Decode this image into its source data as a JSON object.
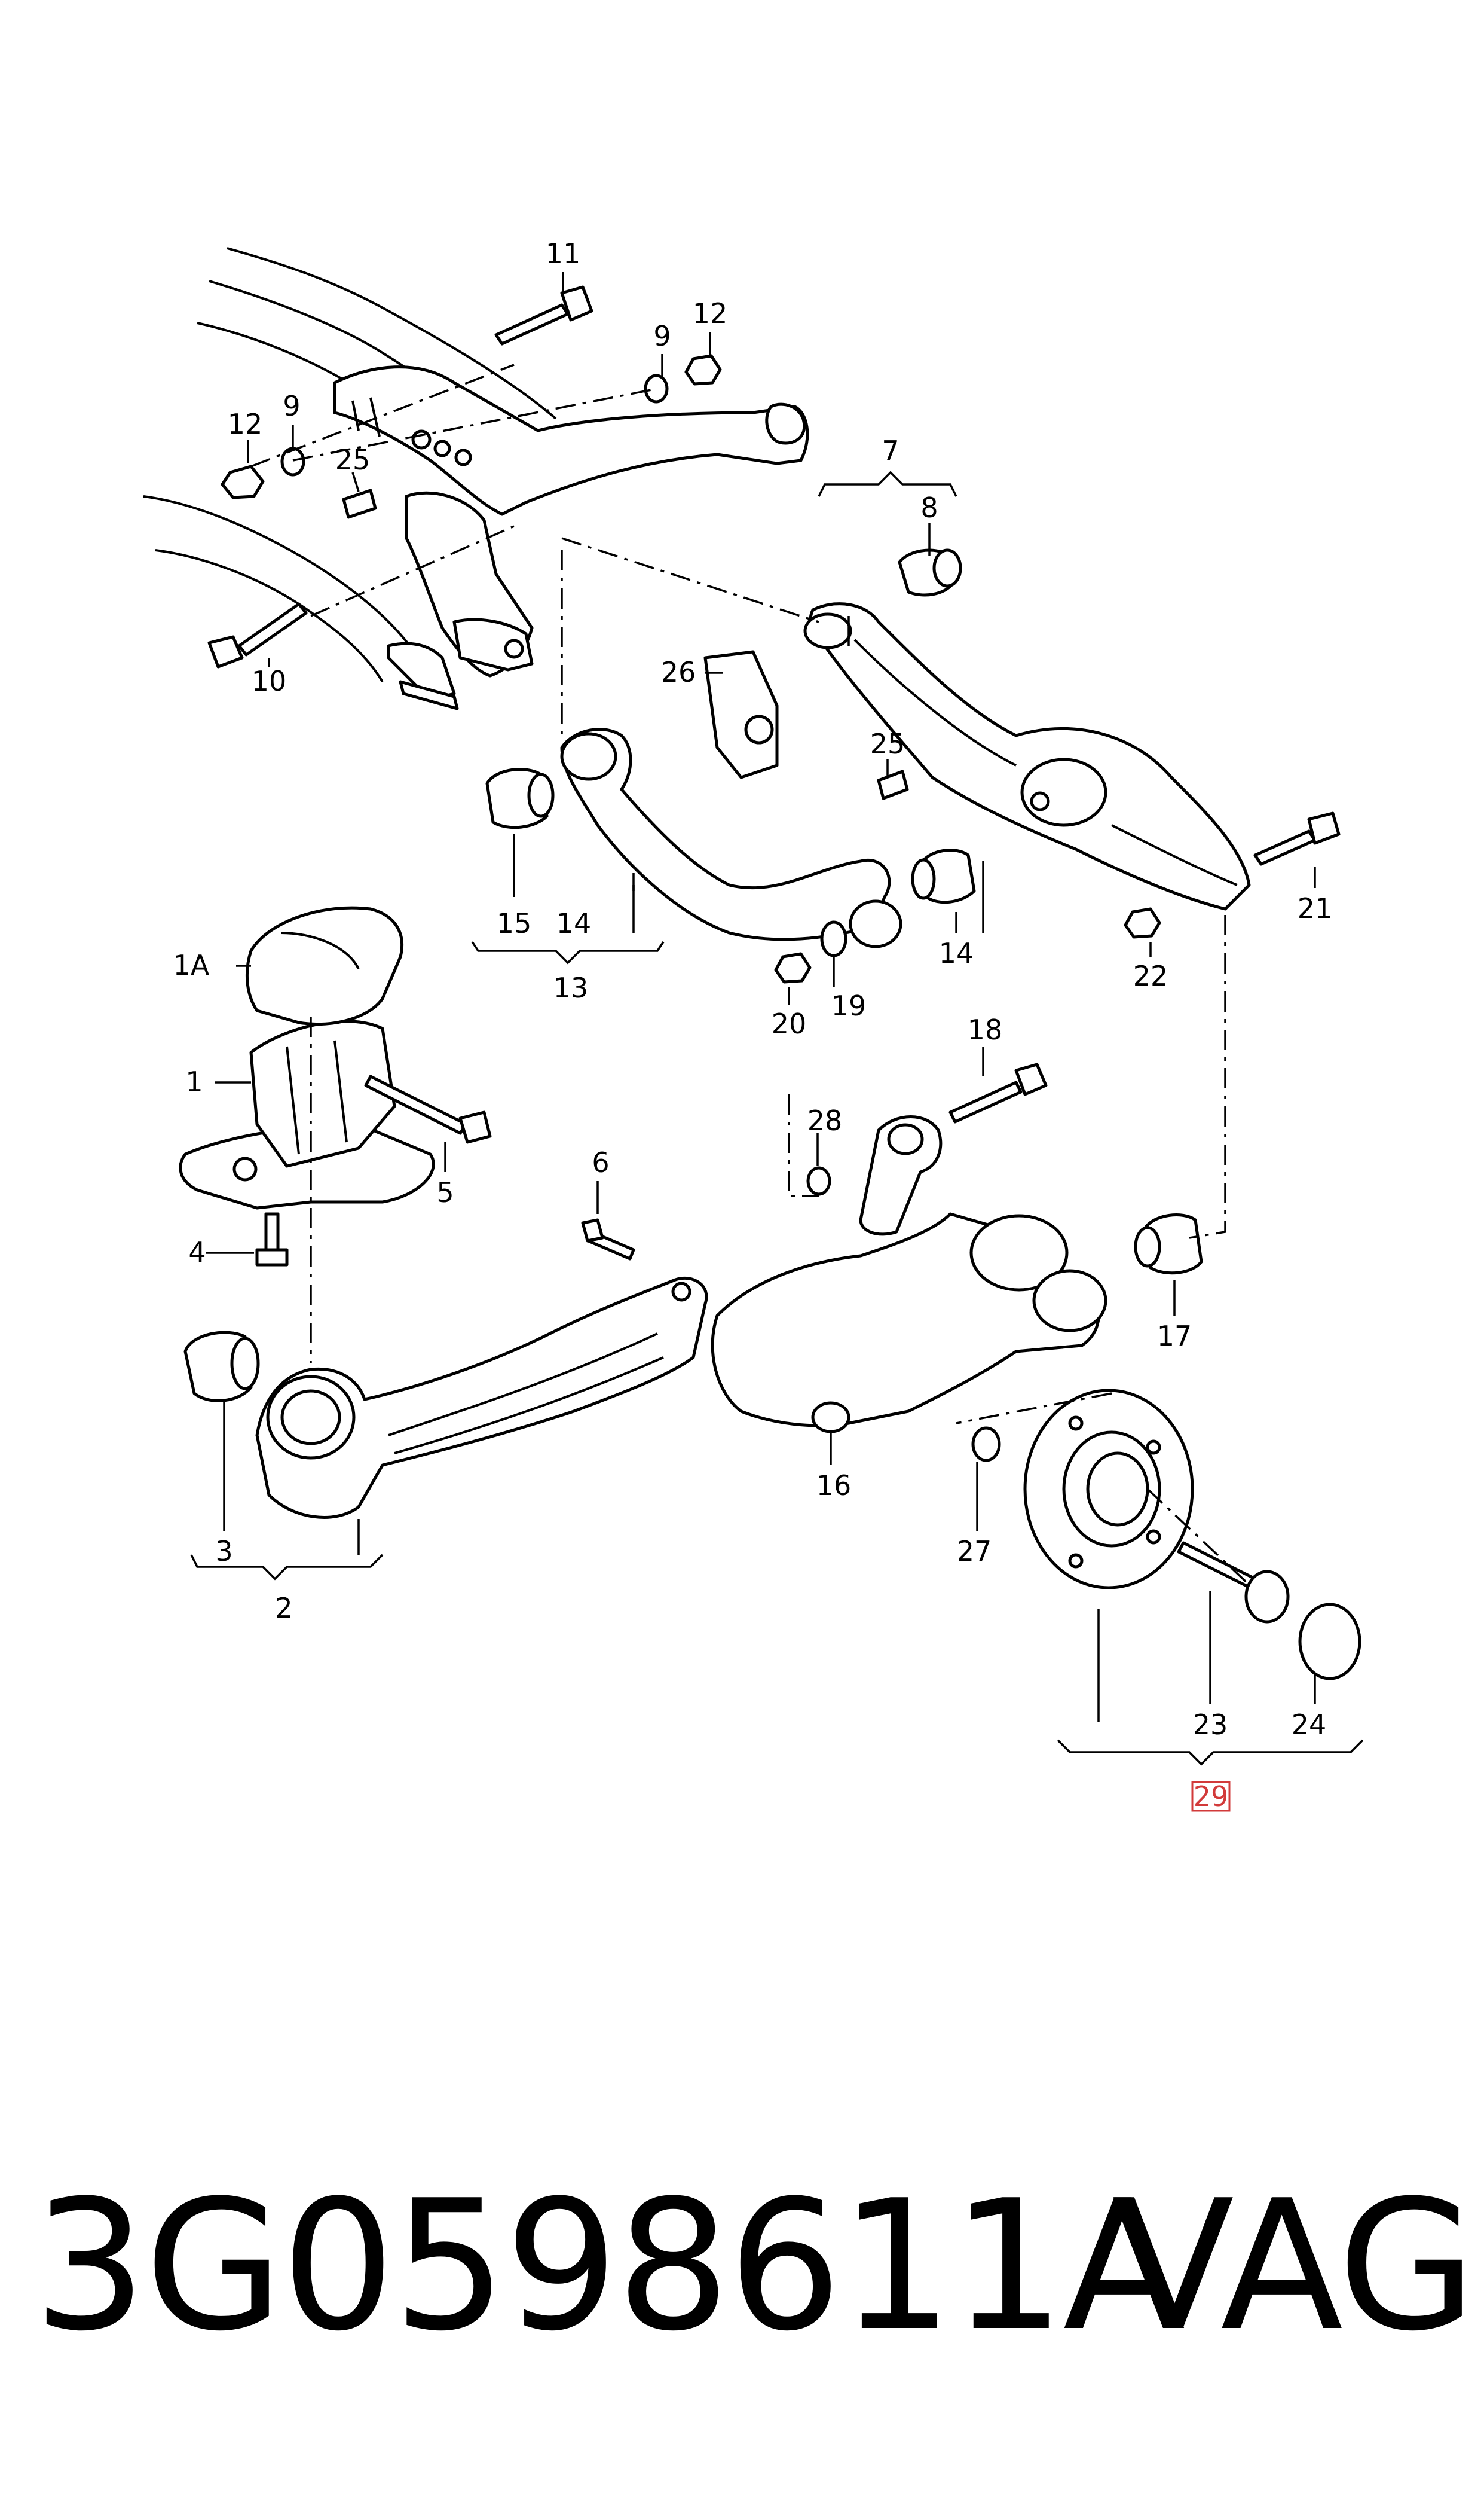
{
  "callouts": {
    "c11": "11",
    "c12a": "12",
    "c9a": "9",
    "c9b": "9",
    "c12b": "12",
    "c25a": "25",
    "c10": "10",
    "c7": "7",
    "c8": "8",
    "c26": "26",
    "c25b": "25",
    "c15": "15",
    "c14a": "14",
    "c13": "13",
    "c14b": "14",
    "c21": "21",
    "c1A": "1A",
    "c22": "22",
    "c20": "20",
    "c19": "19",
    "c1": "1",
    "c18": "18",
    "c5": "5",
    "c28": "28",
    "c6": "6",
    "c4": "4",
    "c17": "17",
    "c16": "16",
    "c3": "3",
    "c27": "27",
    "c2": "2",
    "c23": "23",
    "c24": "24",
    "c29": "29"
  },
  "footer": {
    "part_number": "3G0598611A",
    "brand": "VAG"
  }
}
